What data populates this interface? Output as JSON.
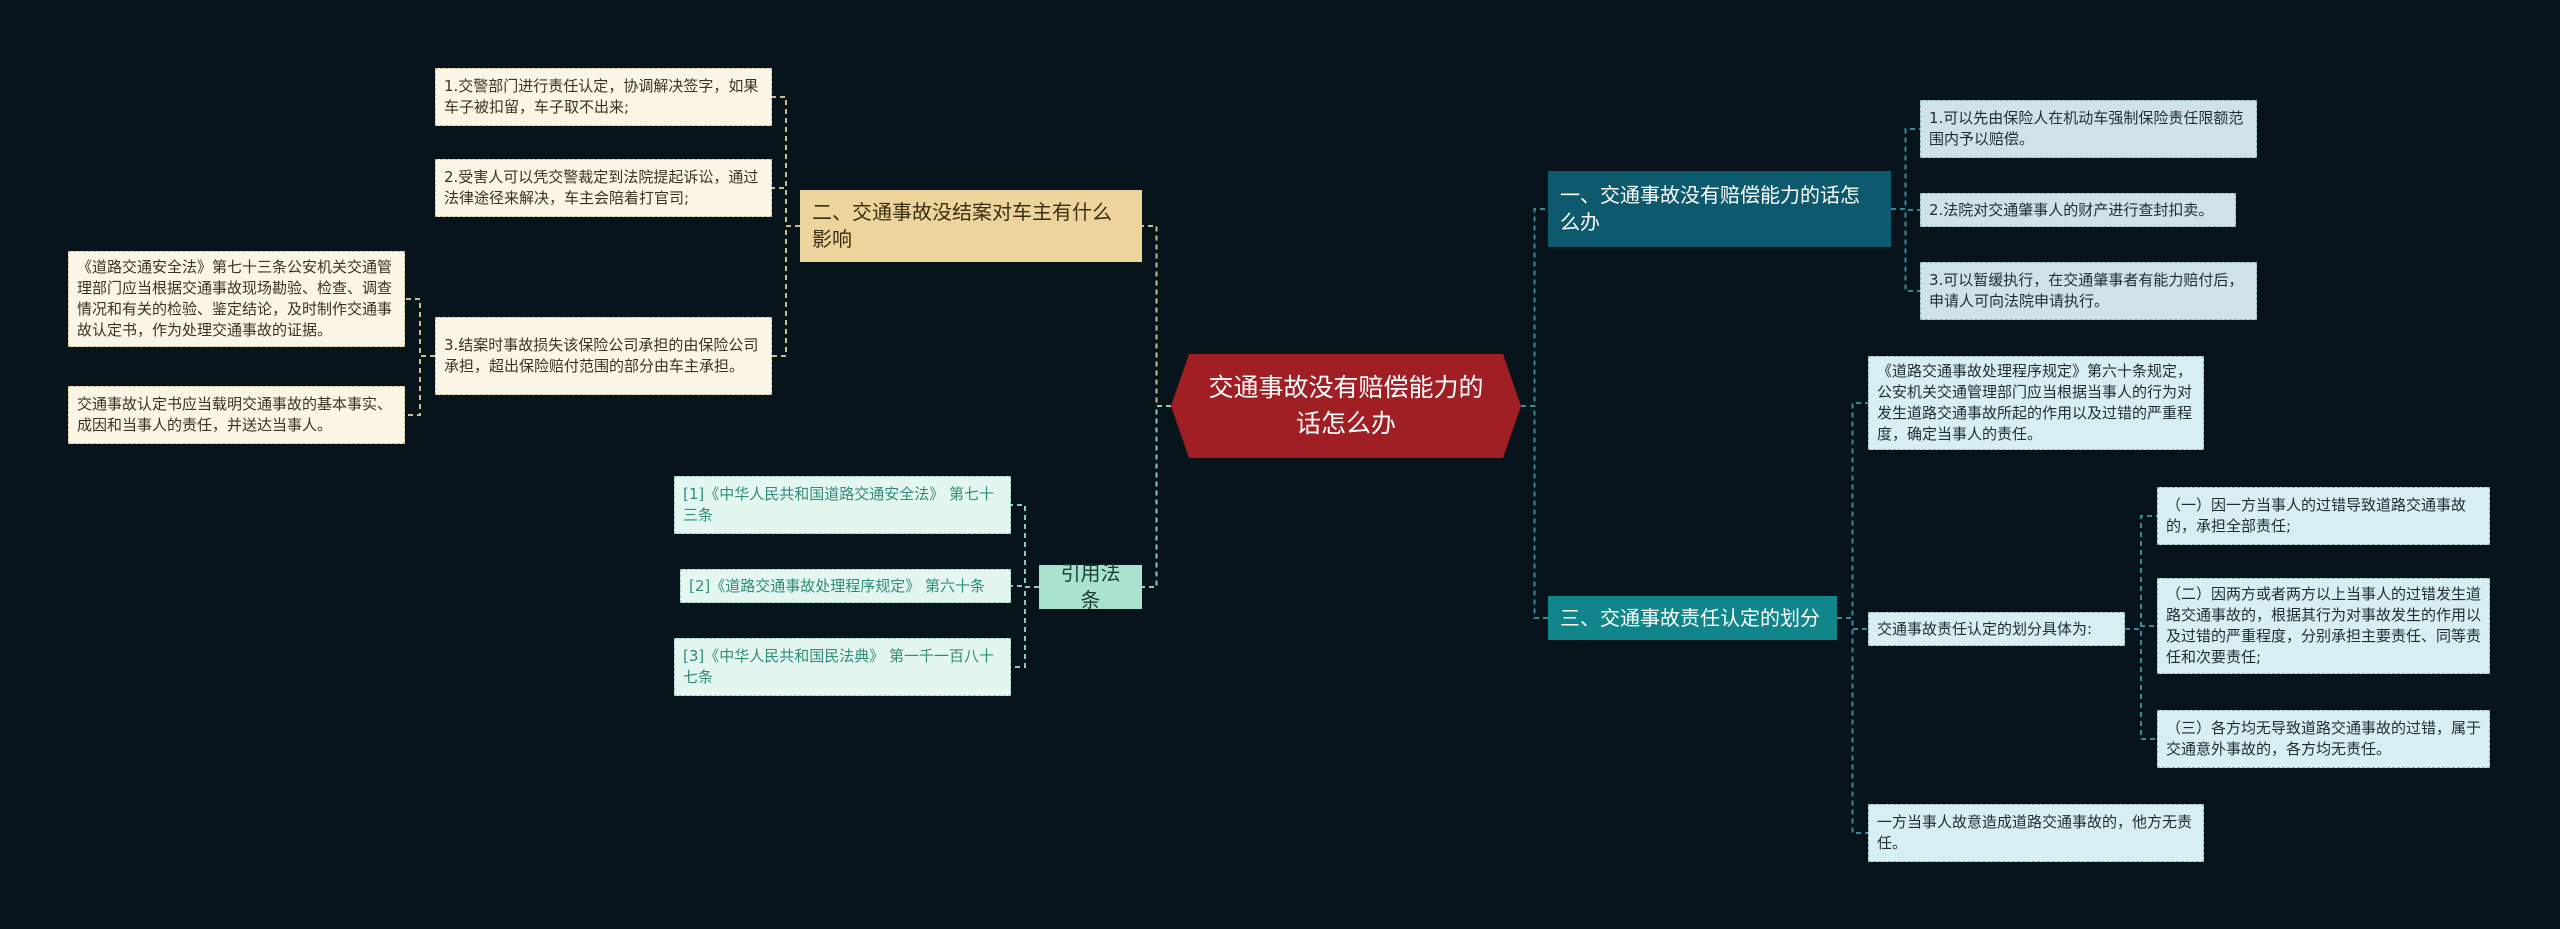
{
  "root": {
    "title": "交通事故没有赔偿能力的话怎么办"
  },
  "right": {
    "branch1": {
      "label": "一、交通事故没有赔偿能力的话怎么办",
      "items": [
        "1.可以先由保险人在机动车强制保险责任限额范围内予以赔偿。",
        "2.法院对交通肇事人的财产进行查封扣卖。",
        "3.可以暂缓执行，在交通肇事者有能力赔付后，申请人可向法院申请执行。"
      ]
    },
    "branch3": {
      "label": "三、交通事故责任认定的划分",
      "rule": "《道路交通事故处理程序规定》第六十条规定，公安机关交通管理部门应当根据当事人的行为对发生道路交通事故所起的作用以及过错的严重程度，确定当事人的责任。",
      "division_label": "交通事故责任认定的划分具体为:",
      "division_items": [
        "（一）因一方当事人的过错导致道路交通事故的，承担全部责任;",
        "（二）因两方或者两方以上当事人的过错发生道路交通事故的，根据其行为对事故发生的作用以及过错的严重程度，分别承担主要责任、同等责任和次要责任;",
        "（三）各方均无导致道路交通事故的过错，属于交通意外事故的，各方均无责任。"
      ],
      "intent": "一方当事人故意造成道路交通事故的，他方无责任。"
    }
  },
  "left": {
    "branch2": {
      "label": "二、交通事故没结案对车主有什么影响",
      "items": [
        "1.交警部门进行责任认定，协调解决签字，如果车子被扣留，车子取不出来;",
        "2.受害人可以凭交警裁定到法院提起诉讼，通过法律途径来解决，车主会陪着打官司;",
        "3.结案时事故损失该保险公司承担的由保险公司承担，超出保险赔付范围的部分由车主承担。"
      ],
      "sub_items": [
        "《道路交通安全法》第七十三条公安机关交通管理部门应当根据交通事故现场勘验、检查、调查情况和有关的检验、鉴定结论，及时制作交通事故认定书，作为处理交通事故的证据。",
        "交通事故认定书应当载明交通事故的基本事实、成因和当事人的责任，并送达当事人。"
      ]
    },
    "laws": {
      "label": "引用法条",
      "items": [
        "[1]《中华人民共和国道路交通安全法》 第七十三条",
        "[2]《道路交通事故处理程序规定》 第六十条",
        "[3]《中华人民共和国民法典》 第一千一百八十七条"
      ]
    }
  },
  "colors": {
    "background": "#08141c",
    "root": "#a01f24",
    "branch1": "#0d5a6e",
    "branch3": "#10858a",
    "branch2": "#ecd49c",
    "laws": "#a9e3d0"
  }
}
